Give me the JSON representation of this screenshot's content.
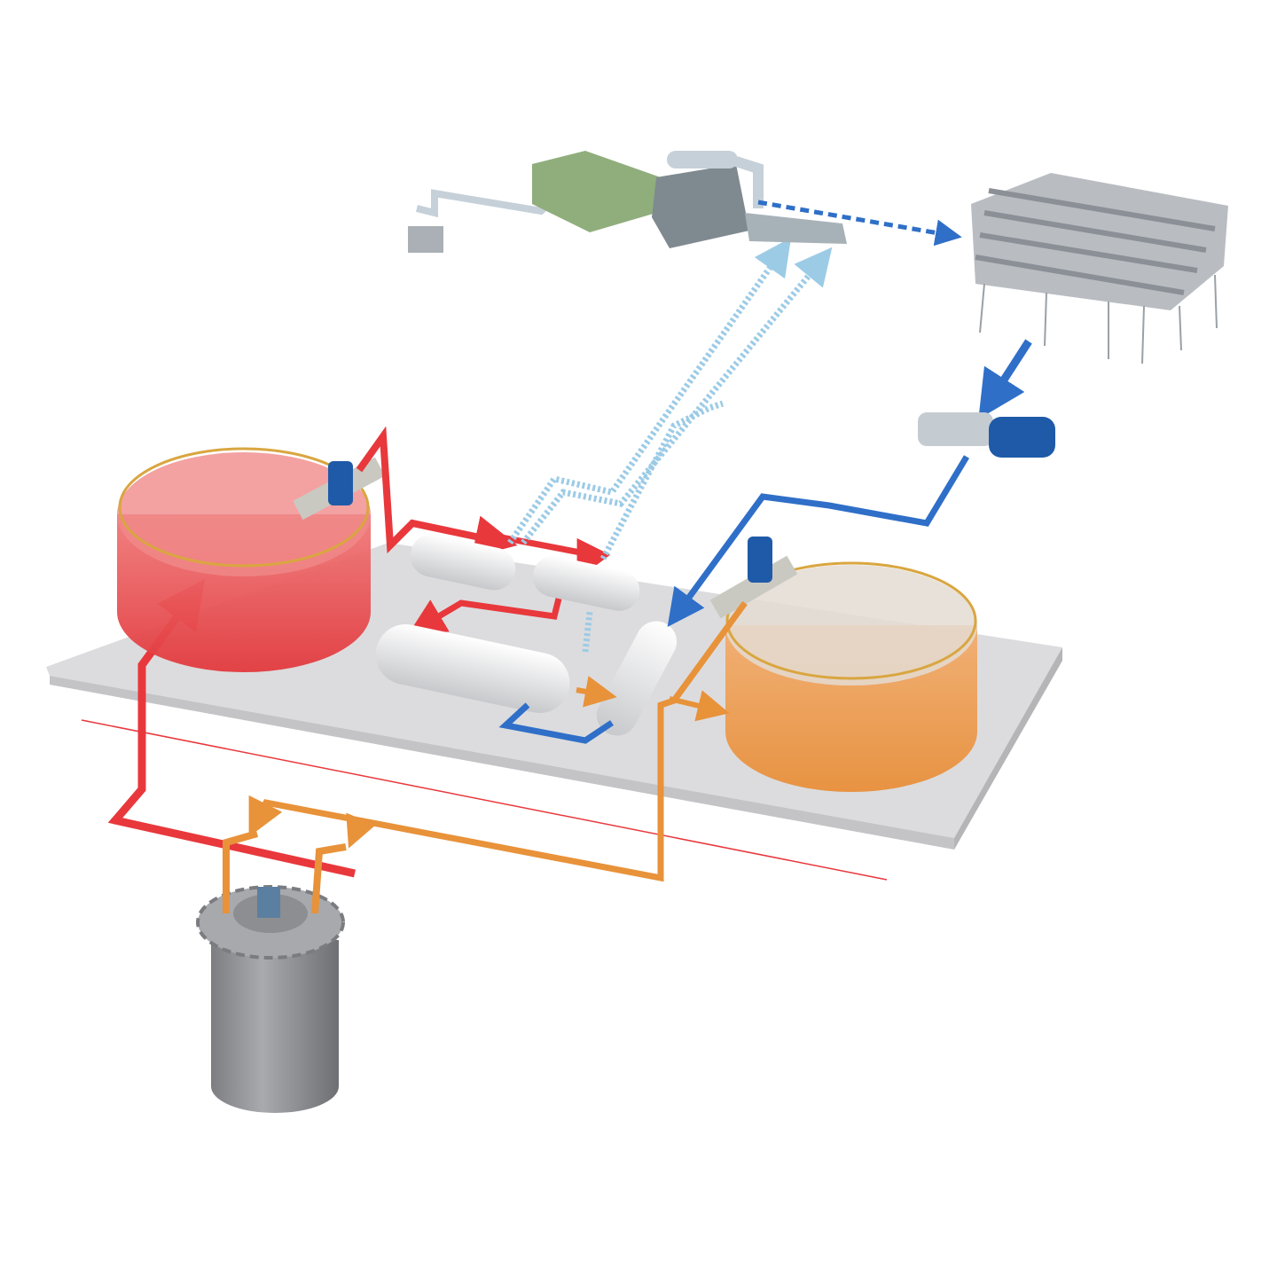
{
  "diagram": {
    "colors": {
      "background": "#ffffff",
      "platform": "#dcdcde",
      "hot_salt": "#e8383c",
      "cold_salt": "#e8923a",
      "cooling_water": "#2f6fc8",
      "steam": "#9ccbe6",
      "turbine_green": "#8fae7c",
      "equipment_gray": "#b8bcc2",
      "reactor_gray": "#8e9094",
      "motor_blue": "#1f5aa8"
    },
    "components": [
      {
        "id": "hot-tank",
        "icon": "tank-icon"
      },
      {
        "id": "cold-tank",
        "icon": "tank-icon"
      },
      {
        "id": "reactor",
        "icon": "reactor-icon"
      },
      {
        "id": "turbine-generator",
        "icon": "turbine-icon"
      },
      {
        "id": "cooling-tower",
        "icon": "cooling-tower-icon"
      },
      {
        "id": "pump",
        "icon": "pump-icon"
      },
      {
        "id": "heat-exchangers",
        "icon": "heat-exchanger-icon"
      }
    ]
  }
}
